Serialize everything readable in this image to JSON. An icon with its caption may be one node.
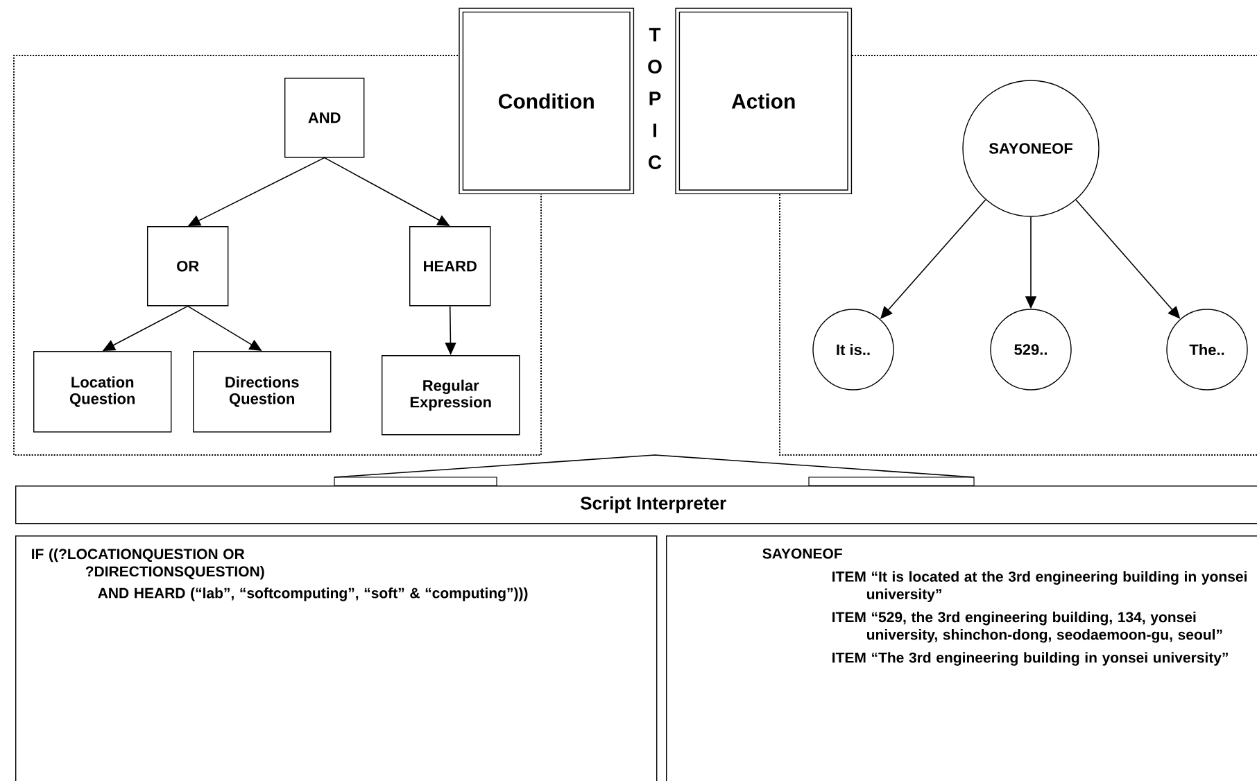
{
  "diagram": {
    "nodes": [
      {
        "text": [
          "Condition"
        ]
      },
      {
        "text": [
          "Action"
        ]
      },
      {
        "text": [
          "AND"
        ]
      },
      {
        "text": [
          "OR"
        ]
      },
      {
        "text": [
          "HEARD"
        ]
      },
      {
        "text": [
          "Location Question"
        ]
      },
      {
        "text": [
          "Directions Question"
        ]
      },
      {
        "text": [
          "Regular Expression"
        ]
      },
      {
        "text": [
          "SAYONEOF"
        ]
      },
      {
        "text": [
          "It is.."
        ]
      },
      {
        "text": [
          "529.."
        ]
      },
      {
        "text": [
          "The.."
        ]
      },
      {
        "text": [
          "Script Interpreter"
        ]
      },
      {
        "text": [
          "IF ((?LOCATIONQUESTION OR ?DIRECTIONSQUESTION)",
          "AND HEARD (“lab”, “softcomputing”, “soft” & “computing”)))"
        ]
      },
      {
        "text": [
          "SAYONEOF",
          "ITEM “It is located at the 3rd engineering building in yonsei university”",
          "ITEM “529, the 3rd engineering building, 134, yonsei university, shinchon-dong, seodaemoon-gu, seoul”",
          "ITEM “The 3rd engineering building in yonsei university”"
        ]
      }
    ],
    "edges": [
      {
        "from": 2,
        "to": 3,
        "arrow": "to"
      },
      {
        "from": 2,
        "to": 4,
        "arrow": "to"
      },
      {
        "from": 3,
        "to": 5,
        "arrow": "to"
      },
      {
        "from": 3,
        "to": 6,
        "arrow": "to"
      },
      {
        "from": 4,
        "to": 7,
        "arrow": "to"
      },
      {
        "from": 8,
        "to": 9,
        "arrow": "to"
      },
      {
        "from": 8,
        "to": 10,
        "arrow": "to"
      },
      {
        "from": 8,
        "to": 11,
        "arrow": "to"
      }
    ],
    "labels": [
      "T",
      "O",
      "P",
      "I",
      "C"
    ]
  }
}
